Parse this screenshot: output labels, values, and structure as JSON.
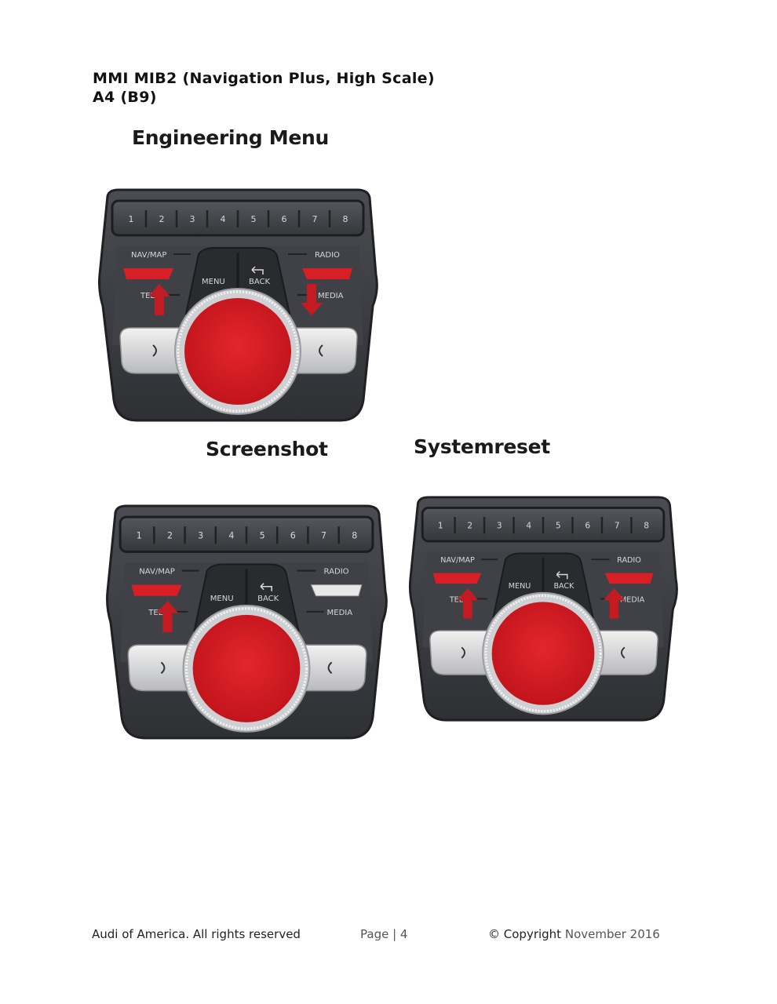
{
  "header": {
    "line1": "MMI MIB2 (Navigation Plus, High Scale)",
    "line2": "A4 (B9)"
  },
  "captions": {
    "engineering": "Engineering Menu",
    "screenshot": "Screenshot",
    "systemreset": "Systemreset"
  },
  "panel_labels": {
    "presets": [
      "1",
      "2",
      "3",
      "4",
      "5",
      "6",
      "7",
      "8"
    ],
    "nav_map": "NAV/MAP",
    "radio": "RADIO",
    "menu": "MENU",
    "back": "BACK",
    "tel": "TEL",
    "media": "MEDIA"
  },
  "colors": {
    "highlight": "#d81f26",
    "panel_dark": "#3b3d42",
    "arrow": "#c41a22"
  },
  "footer": {
    "left": "Audi of America. All rights reserved",
    "page": "Page | 4",
    "copyright": "© Copyright",
    "date": "November 2016"
  }
}
